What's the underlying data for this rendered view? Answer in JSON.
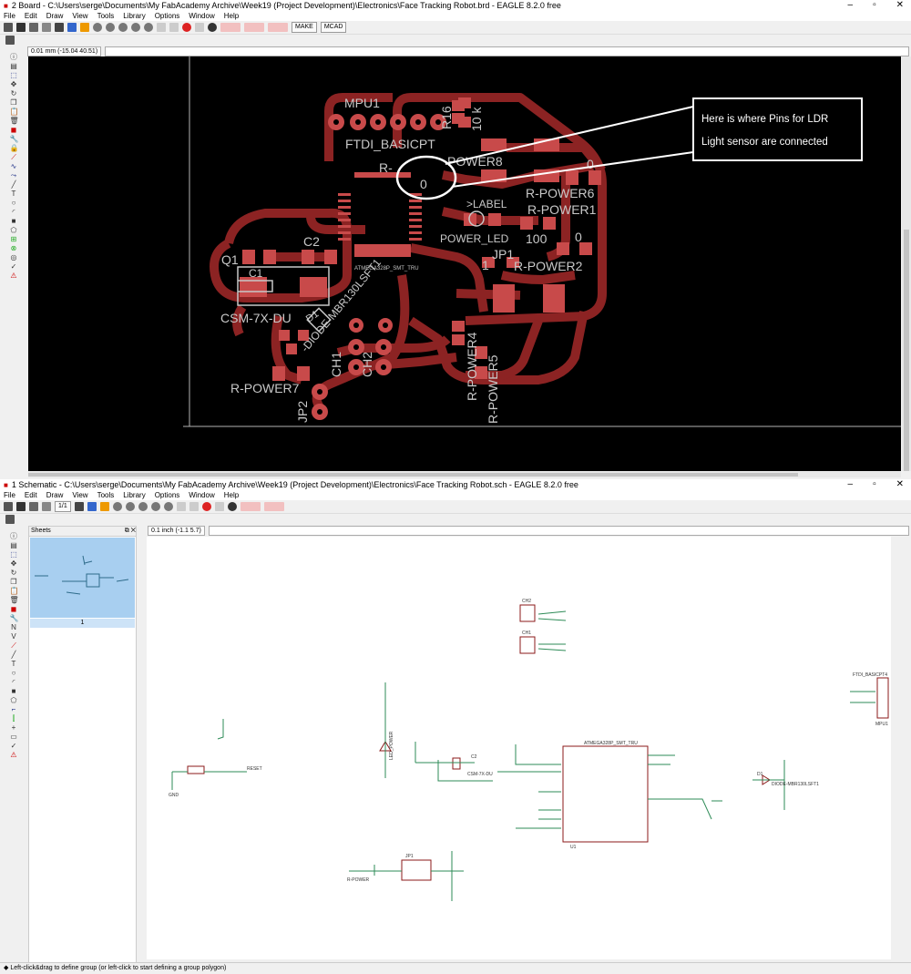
{
  "board_window": {
    "title": "2 Board - C:\\Users\\serge\\Documents\\My FabAcademy Archive\\Week19 (Project Development)\\Electronics\\Face Tracking Robot.brd - EAGLE 8.2.0 free",
    "menu": [
      "File",
      "Edit",
      "Draw",
      "View",
      "Tools",
      "Library",
      "Options",
      "Window",
      "Help"
    ],
    "toolbar_buttons": [
      "MAKE",
      "MCAD"
    ],
    "coord_display": "0.01 mm (-15.04 40.51)",
    "labels": {
      "mpu1": "MPU1",
      "ftdi": "FTDI_BASICPT",
      "r_short": "R-",
      "power8": "POWER8",
      "r16": "R16",
      "r10k": "10 k",
      "r_power6": "R-POWER6",
      "r_power1": "R-POWER1",
      "r_power2": "R-POWER2",
      "label": ">LABEL",
      "power_led": "POWER_LED",
      "v100": "100",
      "zero": "0",
      "jp1": "JP1",
      "one": "1",
      "q1": "Q1",
      "c1": "C1",
      "c2": "C2",
      "csm": "CSM-7X-DU",
      "d1": "D1",
      "diode": "-DIODE-MBR130LSFT1",
      "ch1": "CH1",
      "ch2": "CH2",
      "r_power7": "R-POWER7",
      "jp2": "JP2",
      "r_power4": "R-POWER4",
      "r_power5": "R-POWER5",
      "atmega_small": "ATMEGA328P_SMT_TRU"
    },
    "annotation": {
      "line1": "Here is where Pins for LDR",
      "line2": "Light sensor are connected"
    }
  },
  "schematic_window": {
    "title": "1 Schematic - C:\\Users\\serge\\Documents\\My FabAcademy Archive\\Week19 (Project Development)\\Electronics\\Face Tracking Robot.sch - EAGLE 8.2.0 free",
    "menu": [
      "File",
      "Edit",
      "Draw",
      "View",
      "Tools",
      "Library",
      "Options",
      "Window",
      "Help"
    ],
    "zoom_select": "1/1",
    "coord_display": "0.1 inch (-1.1 5.7)",
    "sheets_panel": {
      "title": "Sheets",
      "sheet_number": "1"
    },
    "labels": {
      "atmega": "ATMEGA328P_SMT_TRU",
      "u1": "U1",
      "ftdi": "FTDI_BASICPT4",
      "mpu1": "MPU1",
      "reset": "RESET",
      "gnd": "GND",
      "csm": "CSM-7X-DU",
      "c2": "C2",
      "d1": "D1",
      "diode": "DIODE-MBR130LSFT1",
      "jp1": "JP1",
      "ch1": "CH1",
      "ch2": "CH2",
      "r_power": "R-POWER",
      "power_led": "LED_POWER"
    }
  },
  "status_text": "Left-click&drag to define group (or left-click to start defining a group polygon)",
  "colors": {
    "trace": "#8c2323",
    "pad": "#c84a4a",
    "board_bg": "#000000",
    "silk": "#c8c8c8",
    "schem_line": "#8b1a1a",
    "schem_net": "#2e8b57"
  }
}
